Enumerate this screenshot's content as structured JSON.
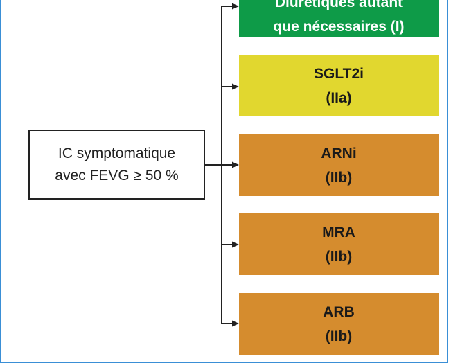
{
  "source": {
    "line1": "IC symptomatique",
    "line2": "avec FEVG ≥ 50 %"
  },
  "treatments": [
    {
      "line1": "Diurétiques autant",
      "line2": "que nécessaires (I)",
      "color": "#0e9b48",
      "text_color": "#ffffff"
    },
    {
      "line1": "SGLT2i",
      "line2": "(IIa)",
      "color": "#e1d72f",
      "text_color": "#1a1a1a"
    },
    {
      "line1": "ARNi",
      "line2": "(IIb)",
      "color": "#d58c2e",
      "text_color": "#1a1a1a"
    },
    {
      "line1": "MRA",
      "line2": "(IIb)",
      "color": "#d58c2e",
      "text_color": "#1a1a1a"
    },
    {
      "line1": "ARB",
      "line2": "(IIb)",
      "color": "#d58c2e",
      "text_color": "#1a1a1a"
    }
  ],
  "colors": {
    "frame_border": "#3a8fd6",
    "connector": "#222222"
  }
}
